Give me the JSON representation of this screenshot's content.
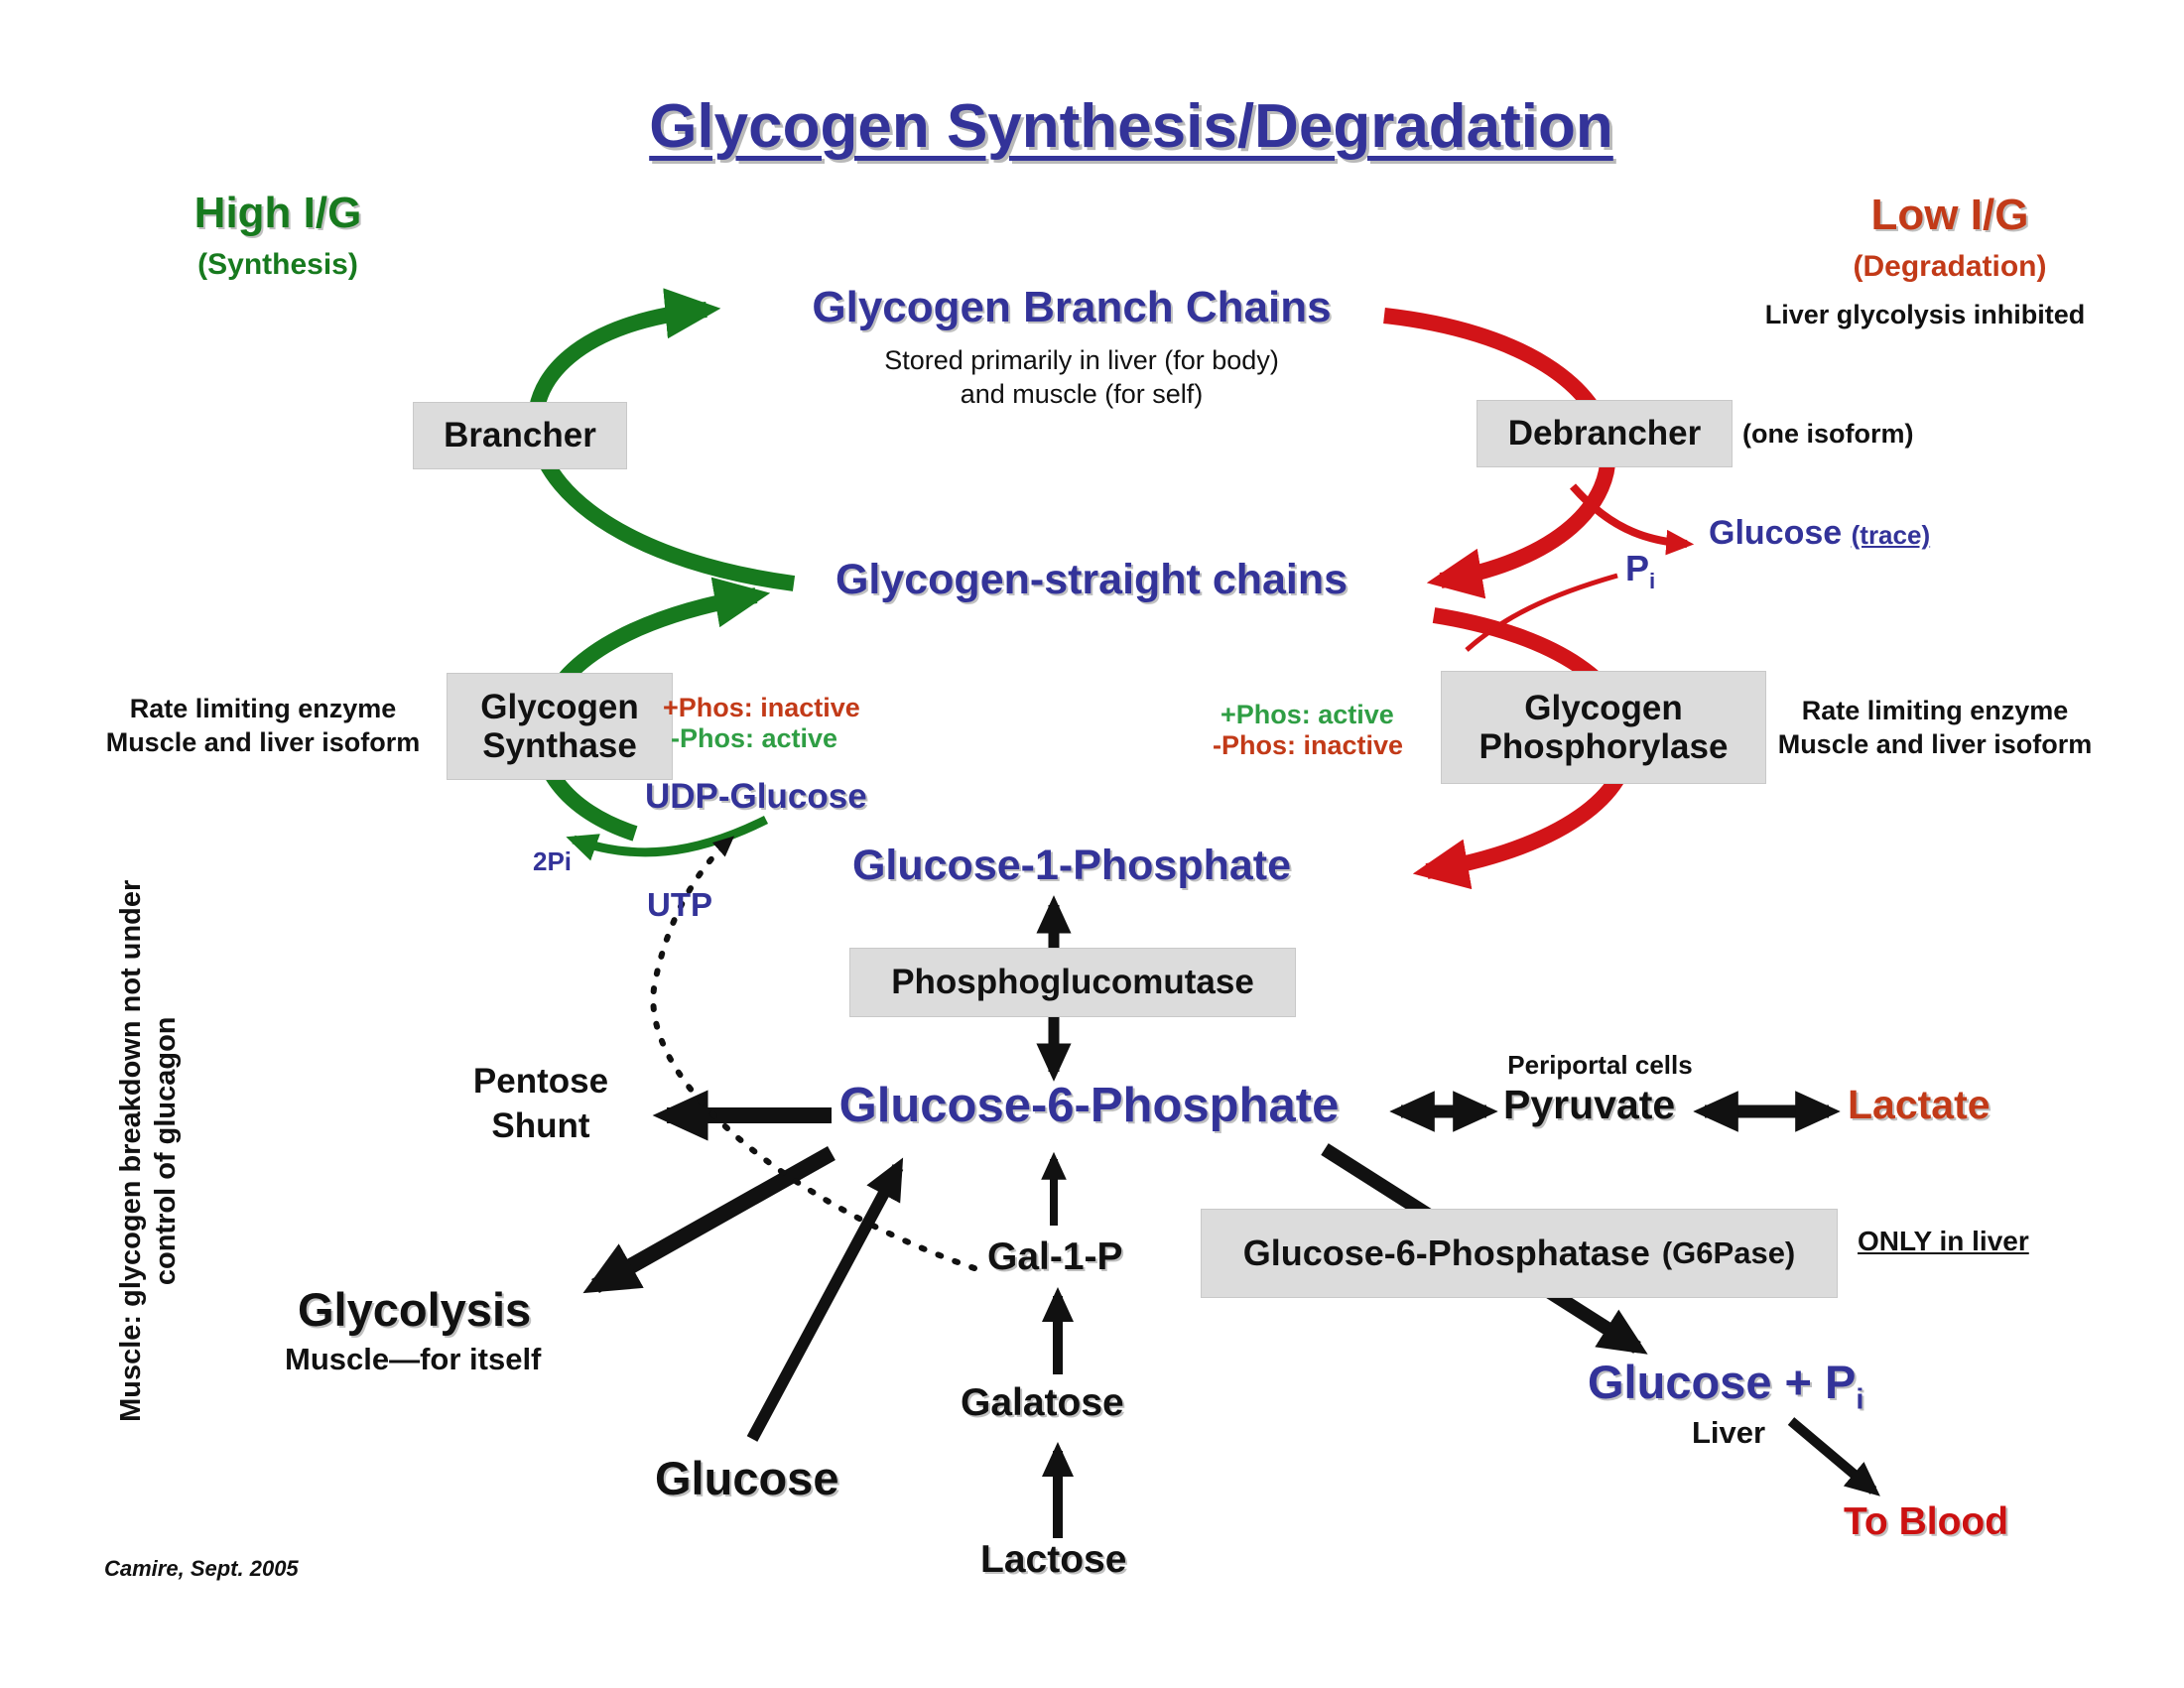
{
  "title": "Glycogen Synthesis/Degradation",
  "colors": {
    "blue_text": "#333399",
    "green_arrow": "#177a1e",
    "active_green": "#2f9e44",
    "orange_red": "#c23a18",
    "red_arrow": "#d21418",
    "to_blood_red": "#cc1111",
    "enzyme_box_bg": "#dcdcdc"
  },
  "headers": {
    "left": {
      "title": "High I/G",
      "subtitle": "(Synthesis)"
    },
    "right": {
      "title": "Low I/G",
      "subtitle": "(Degradation)",
      "note": "Liver glycolysis inhibited"
    }
  },
  "nodes": {
    "branch_chains": {
      "label": "Glycogen Branch Chains",
      "note1": "Stored primarily in liver (for body)",
      "note2": "and muscle (for self)"
    },
    "straight_chains": {
      "label": "Glycogen-straight chains"
    },
    "glucose_trace": {
      "label": "Glucose",
      "annotation": "(trace)"
    },
    "pi": {
      "base": "P",
      "sub": "i"
    },
    "udp_glucose": {
      "label": "UDP-Glucose"
    },
    "two_pi": {
      "label": "2Pi"
    },
    "utp": {
      "label": "UTP"
    },
    "g1p": {
      "label": "Glucose-1-Phosphate"
    },
    "g6p": {
      "label": "Glucose-6-Phosphate"
    },
    "pentose": {
      "line1": "Pentose",
      "line2": "Shunt"
    },
    "pyruvate": {
      "label": "Pyruvate",
      "note": "Periportal cells"
    },
    "lactate": {
      "label": "Lactate"
    },
    "gal1p": {
      "label": "Gal-1-P"
    },
    "glycolysis": {
      "label": "Glycolysis",
      "note": "Muscle—for itself"
    },
    "glucose": {
      "label": "Glucose"
    },
    "galactose": {
      "label": "Galatose"
    },
    "lactose": {
      "label": "Lactose"
    },
    "glucose_pi": {
      "base": "Glucose + P",
      "sub": "i",
      "note": "Liver"
    },
    "to_blood": {
      "label": "To Blood"
    }
  },
  "enzymes": {
    "brancher": {
      "label": "Brancher"
    },
    "debrancher": {
      "label": "Debrancher",
      "annotation": "(one isoform)"
    },
    "synthase": {
      "line1": "Glycogen",
      "line2": "Synthase",
      "note1": "Rate limiting enzyme",
      "note2": "Muscle and liver isoform",
      "phos_plus": "+Phos: inactive",
      "phos_minus": "-Phos: active"
    },
    "phosphorylase": {
      "line1": "Glycogen",
      "line2": "Phosphorylase",
      "note1": "Rate limiting enzyme",
      "note2": "Muscle and liver isoform",
      "phos_plus": "+Phos: active",
      "phos_minus": "-Phos: inactive"
    },
    "phosphoglucomutase": {
      "label": "Phosphoglucomutase"
    },
    "g6pase": {
      "label": "Glucose-6-Phosphatase",
      "annotation": "(G6Pase)",
      "note": "ONLY in liver"
    }
  },
  "side_note": {
    "line1": "Muscle:  glycogen breakdown not under",
    "line2": "control of glucagon"
  },
  "credit": "Camire, Sept. 2005"
}
